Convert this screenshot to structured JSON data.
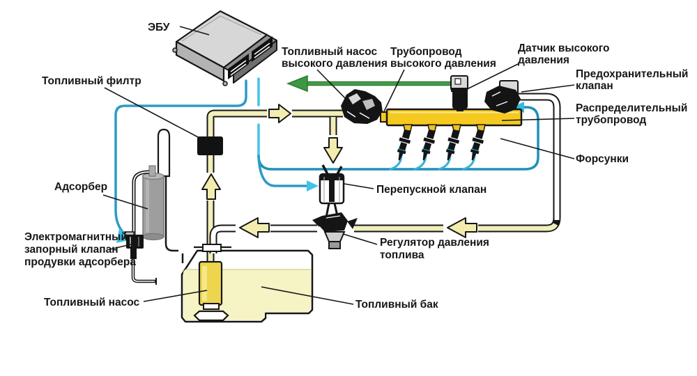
{
  "labels": {
    "ecu": "ЭБУ",
    "fuel_filter": "Топливный филтр",
    "hp_pump_1": "Топливный насос",
    "hp_pump_2": "высокого давления",
    "hp_pipe_1": "Трубопровод",
    "hp_pipe_2": "высокого давления",
    "hp_sensor_1": "Датчик высокого",
    "hp_sensor_2": "давления",
    "safety_valve_1": "Предохранительный",
    "safety_valve_2": "клапан",
    "rail_1": "Распределительный",
    "rail_2": "трубопровод",
    "injectors": "Форсунки",
    "adsorber": "Адсорбер",
    "purge_valve_1": "Электромагнитный",
    "purge_valve_2": "запорный клапан",
    "purge_valve_3": "продувки адсорбера",
    "bypass_valve": "Перепускной клапан",
    "regulator_1": "Регулятор давления",
    "regulator_2": "топлива",
    "fuel_pump": "Топливный насос",
    "fuel_tank": "Топливный бак"
  },
  "icons": {
    "flow_arrow_right": "open-arrow-right",
    "flow_arrow_left": "open-arrow-left",
    "flow_arrow_up": "open-arrow-up",
    "flow_arrow_down": "open-arrow-down",
    "signal_arrow_green": "solid-arrow-left",
    "return_arrow_cyan": "solid-arrow"
  },
  "colors": {
    "background": "#ffffff",
    "text": "#161616",
    "rail_yellow": "#f5c91f",
    "pipe_fill_pale": "#f2eebb",
    "arrow_fill": "#f2ecae",
    "fuel_fill": "#f6f3c4",
    "pump_yellow": "#edd64d",
    "adsorber_grey": "#9e9e9e",
    "signal_green": "#3e9743",
    "line_cyan": "#3ab6dc",
    "line_blue": "#2090b8",
    "outline_black": "#161616"
  }
}
